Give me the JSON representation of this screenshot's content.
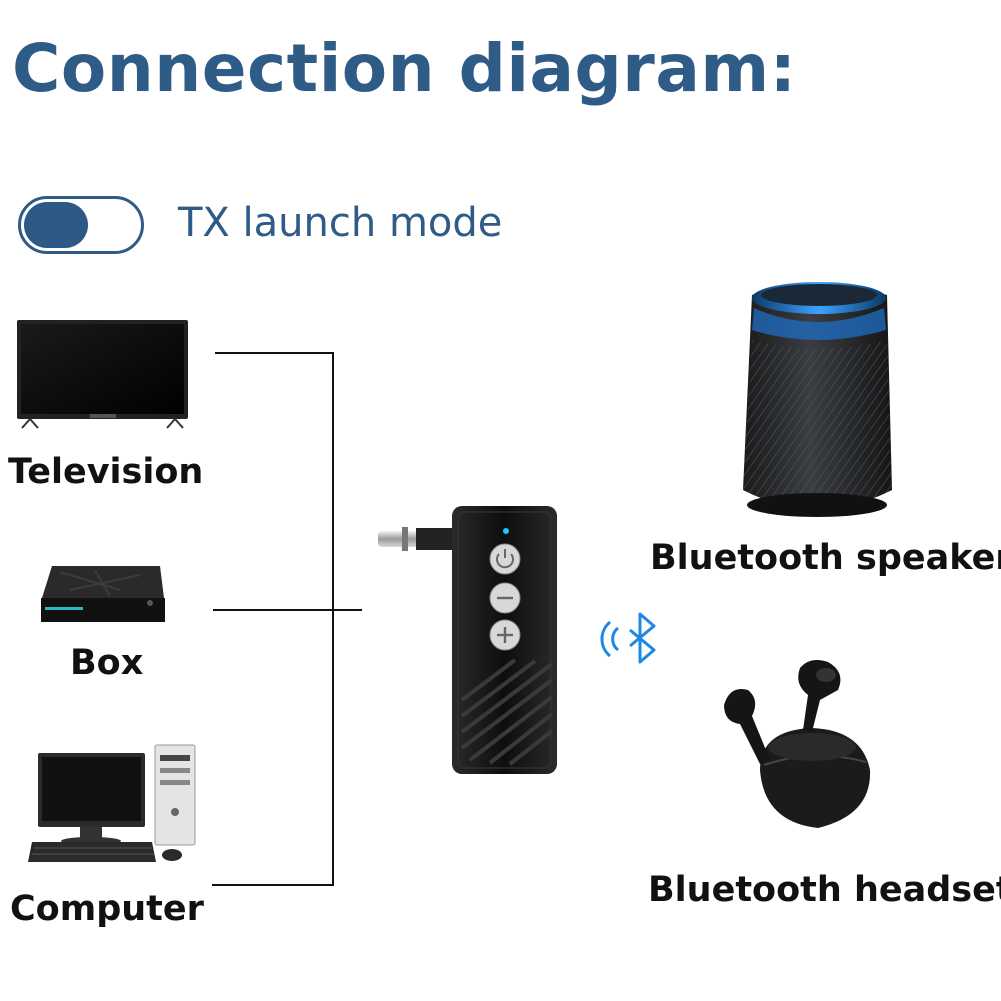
{
  "title": "Connection diagram:",
  "mode": {
    "label": "TX launch mode",
    "toggle_on": true
  },
  "sources": [
    {
      "label": "Television",
      "icon": "television-icon"
    },
    {
      "label": "Box",
      "icon": "set-top-box-icon"
    },
    {
      "label": "Computer",
      "icon": "desktop-computer-icon"
    }
  ],
  "device": {
    "icon": "bluetooth-transmitter-icon",
    "buttons": [
      "power-icon",
      "minus-icon",
      "plus-icon"
    ]
  },
  "link": {
    "icon": "bluetooth-icon"
  },
  "targets": [
    {
      "label": "Bluetooth speaker",
      "icon": "speaker-icon"
    },
    {
      "label": "Bluetooth headset",
      "icon": "earbuds-icon"
    }
  ],
  "colors": {
    "accent": "#2f5c86",
    "bluetooth": "#1e88e5"
  }
}
